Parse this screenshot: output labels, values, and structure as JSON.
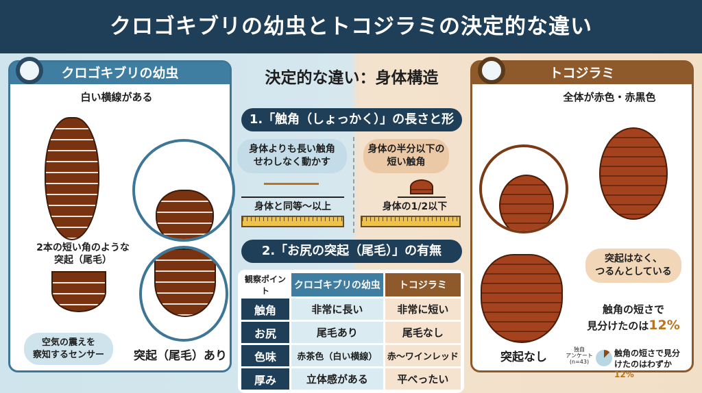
{
  "title": "クロゴキブリの幼虫とトコジラミの決定的な違い",
  "left": {
    "header": "クロゴキブリの幼虫",
    "label_top": "白い横線がある",
    "label_tail": "2本の短い角のような\n突起（尾毛）",
    "sensor": "空気の震えを\n察知するセンサー",
    "caption": "突起（尾毛）あり"
  },
  "center": {
    "title": "決定的な違い：身体構造",
    "section1": "1.「触角（しょっかく）」の長さと形",
    "bubble_left": "身体よりも長い触角\nせわしなく動かす",
    "bubble_right": "身体の半分以下の\n短い触角",
    "measure_left": "身体と同等〜以上",
    "measure_right": "身体の1/2以下",
    "section2": "2.「お尻の突起（尾毛）」の有無",
    "table": {
      "headers": [
        "観察ポイント",
        "クロゴキブリの幼虫",
        "トコジラミ"
      ],
      "rows": [
        [
          "触角",
          "非常に長い",
          "非常に短い"
        ],
        [
          "お尻",
          "尾毛あり",
          "尾毛なし"
        ],
        [
          "色味",
          "赤茶色（白い横線）",
          "赤〜ワインレッド"
        ],
        [
          "厚み",
          "立体感がある",
          "平べったい"
        ]
      ]
    }
  },
  "right": {
    "header": "トコジラミ",
    "label_top": "全体が赤色・赤黒色",
    "bubble": "突起はなく、\nつるんとしている",
    "caption": "突起なし",
    "stat_text": "触角の短さで\n見分けたのは",
    "stat_value": "12%",
    "survey_label": "独自\nアンケート\n(n=43)",
    "survey_text": "触角の短さで見分\nけたのはわずか",
    "survey_value": "12%",
    "survey_fraction": 0.12
  },
  "colors": {
    "navy": "#1f3e57",
    "blue": "#3f7ea0",
    "brown": "#8e5a2c",
    "accent": "#b8741f"
  }
}
